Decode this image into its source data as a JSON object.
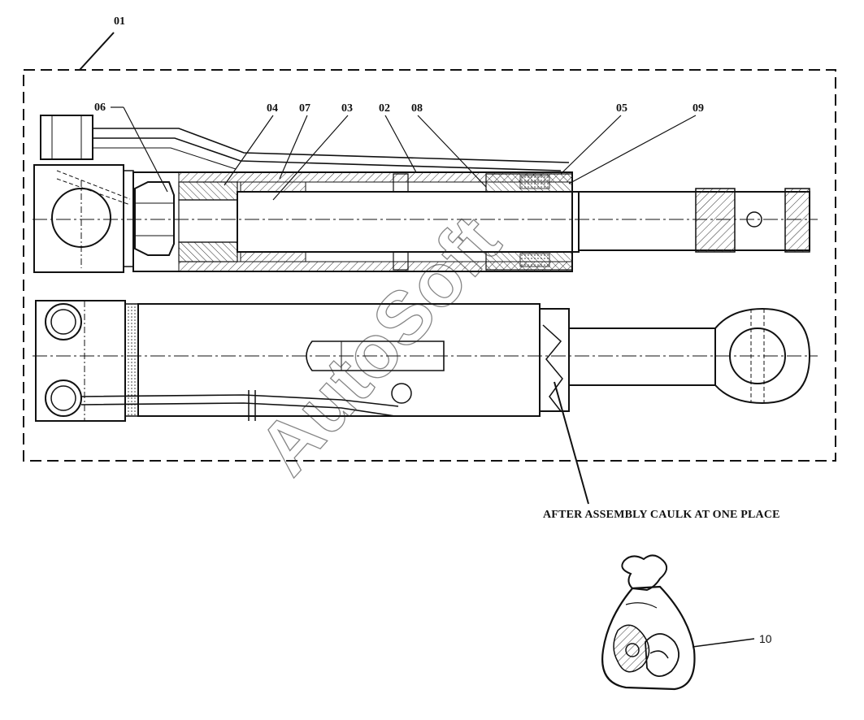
{
  "callouts": {
    "assembly": "01",
    "barrel": "02",
    "piston_rod": "03",
    "piston": "04",
    "rod_guide": "05",
    "lock_nut": "06",
    "o_ring": "07",
    "seal": "08",
    "wiper": "09",
    "seal_kit": "10"
  },
  "note": "AFTER ASSEMBLY CAULK AT ONE PLACE",
  "watermark": "AutoSoft"
}
